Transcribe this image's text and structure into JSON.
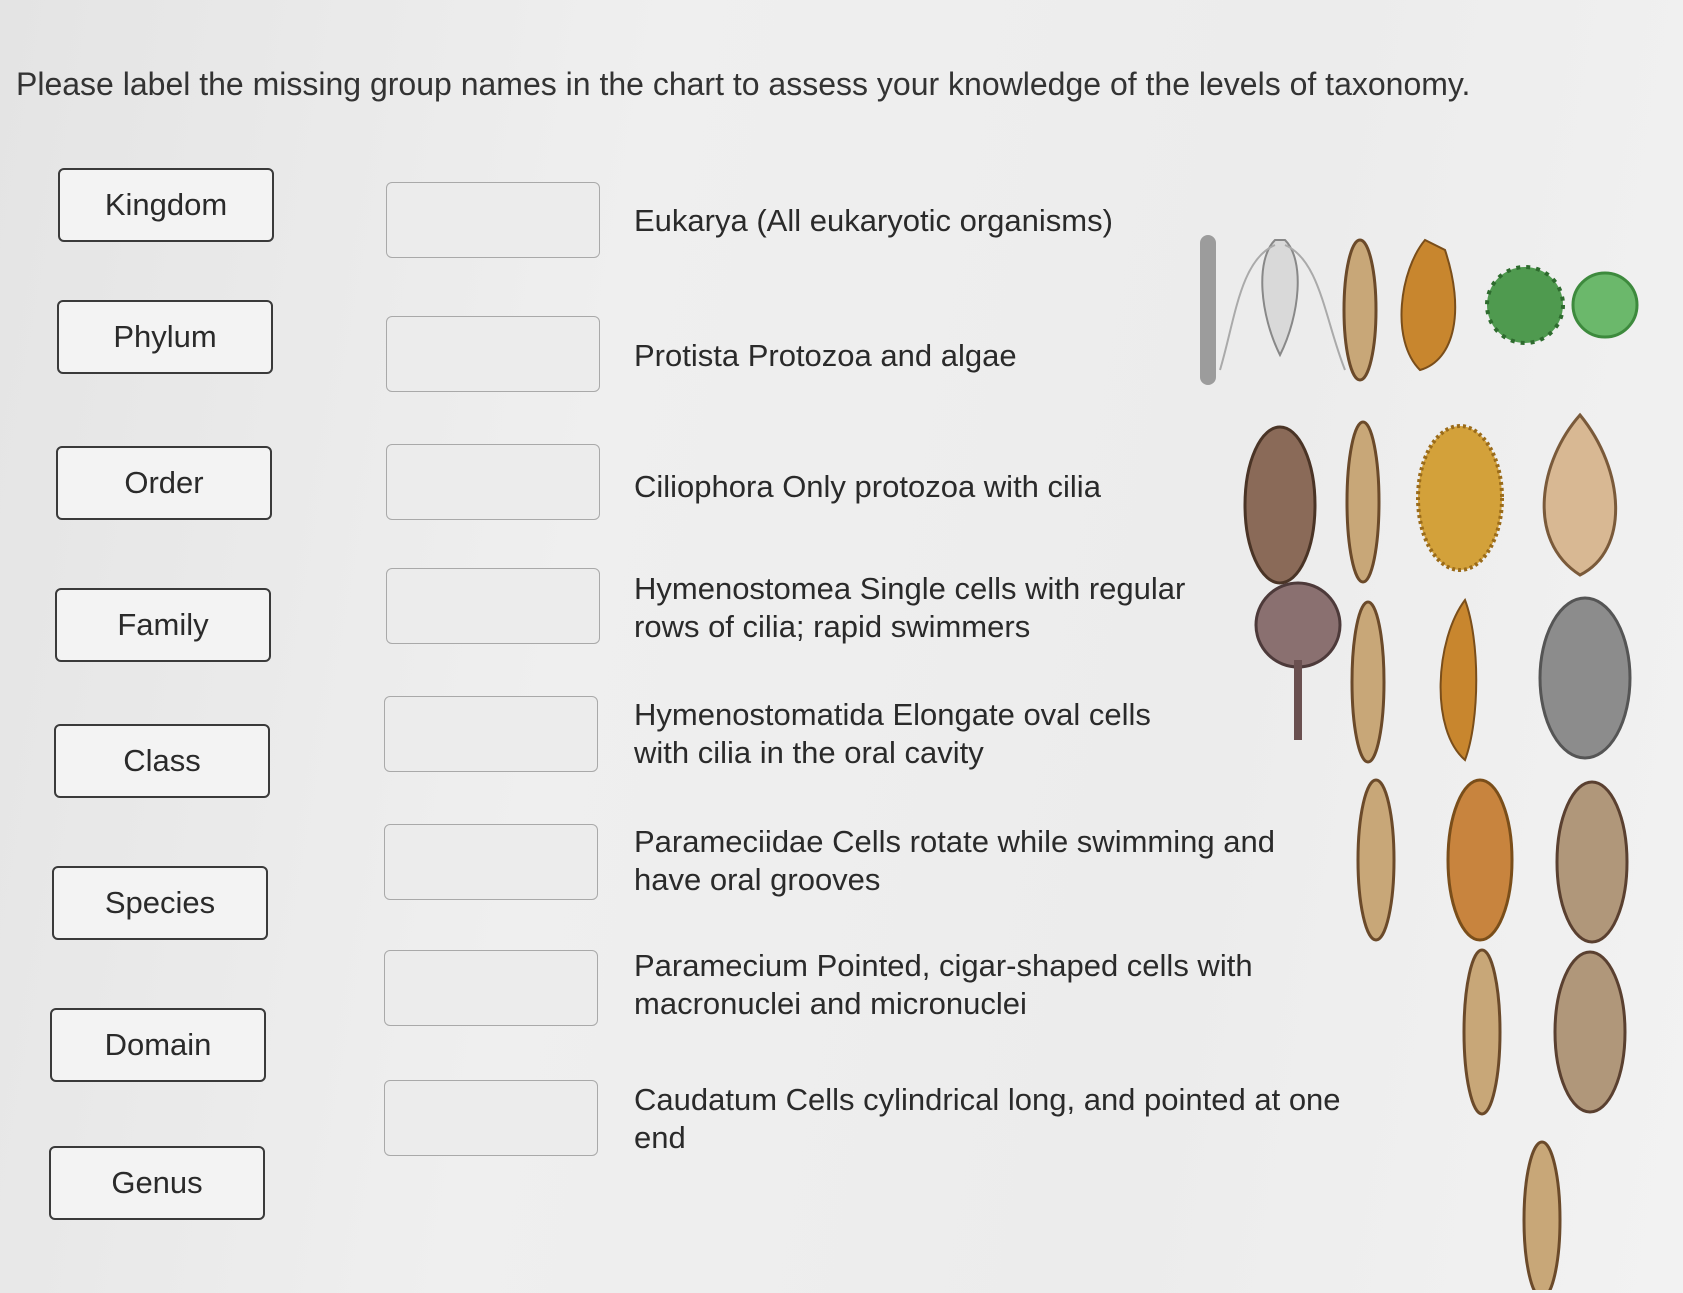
{
  "instruction": "Please label the missing group names in the chart to assess your knowledge of the levels of taxonomy.",
  "terms": [
    "Kingdom",
    "Phylum",
    "Order",
    "Family",
    "Class",
    "Species",
    "Domain",
    "Genus"
  ],
  "rows": [
    {
      "desc": "Eukarya (All eukaryotic organisms)"
    },
    {
      "desc": "Protista Protozoa and algae"
    },
    {
      "desc": "Ciliophora Only protozoa with cilia"
    },
    {
      "desc": "Hymenostomea Single cells with regular rows of cilia; rapid swimmers"
    },
    {
      "desc": "Hymenostomatida Elongate oval cells with cilia in the oral cavity"
    },
    {
      "desc": "Parameciidae Cells rotate while swimming and have oral grooves"
    },
    {
      "desc": "Paramecium Pointed, cigar-shaped cells with macronuclei and micronuclei"
    },
    {
      "desc": "Caudatum Cells cylindrical long, and pointed at one end"
    }
  ],
  "colors": {
    "tan": "#c9a06a",
    "brown": "#8a5a32",
    "green": "#4f9a4f",
    "grey": "#8c8c8c",
    "gold": "#d3a13a"
  }
}
